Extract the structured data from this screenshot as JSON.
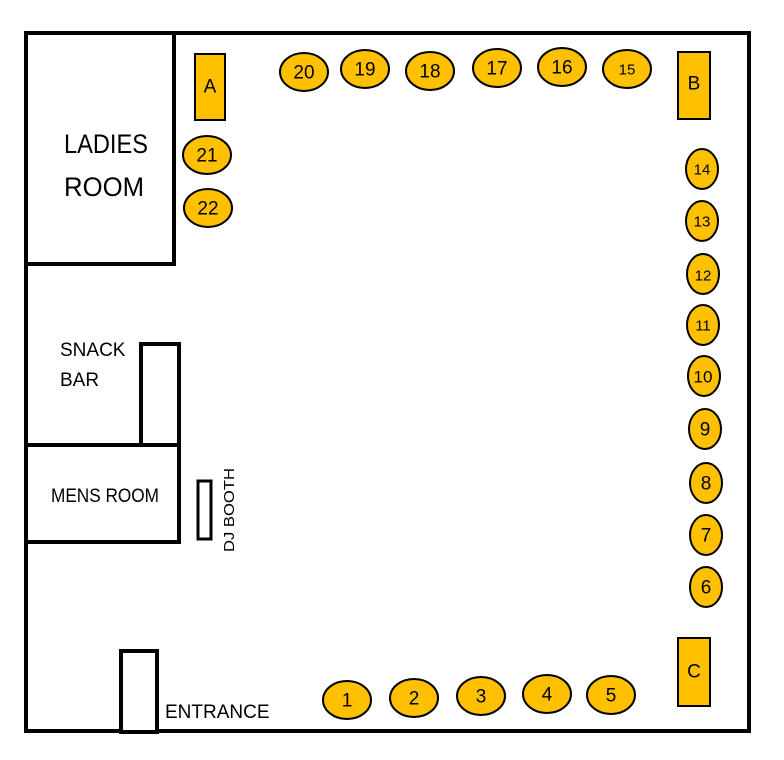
{
  "colors": {
    "table_fill": "#FFC000",
    "outline": "#000000",
    "background": "#FFFFFF"
  },
  "rooms": {
    "ladies_line1": "LADIES",
    "ladies_line2": "ROOM",
    "snack_line1": "SNACK",
    "snack_line2": "BAR",
    "mens": "MENS ROOM",
    "dj_booth": "DJ BOOTH",
    "entrance": "ENTRANCE"
  },
  "bars": {
    "a": "A",
    "b": "B",
    "c": "C"
  },
  "tables": [
    "1",
    "2",
    "3",
    "4",
    "5",
    "6",
    "7",
    "8",
    "9",
    "10",
    "11",
    "12",
    "13",
    "14",
    "15",
    "16",
    "17",
    "18",
    "19",
    "20",
    "21",
    "22"
  ]
}
